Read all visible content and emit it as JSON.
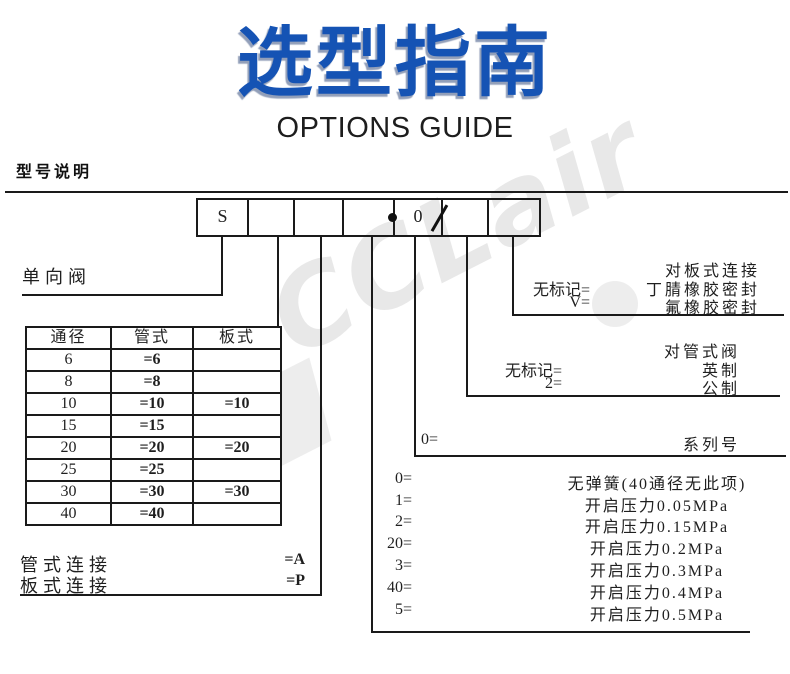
{
  "header": {
    "title_cn": "选型指南",
    "title_en": "OPTIONS GUIDE",
    "section_heading": "型号说明"
  },
  "colors": {
    "title_blue": "#1553b4",
    "line_ink": "#1a1a1a",
    "watermark_gray": "rgba(80,80,80,0.12)"
  },
  "watermark": {
    "text": "CCLair"
  },
  "model_code": {
    "cells": [
      "S",
      "",
      "",
      "",
      "0",
      "",
      ""
    ],
    "separators": {
      "dot": "●",
      "slash": "/"
    }
  },
  "callouts": {
    "check_valve": {
      "label": "单向阀"
    },
    "bore_table": {
      "headers": [
        "通径",
        "管式",
        "板式"
      ],
      "rows": [
        [
          "6",
          "=6",
          ""
        ],
        [
          "8",
          "=8",
          ""
        ],
        [
          "10",
          "=10",
          "=10"
        ],
        [
          "15",
          "=15",
          ""
        ],
        [
          "20",
          "=20",
          "=20"
        ],
        [
          "25",
          "=25",
          ""
        ],
        [
          "30",
          "=30",
          "=30"
        ],
        [
          "40",
          "=40",
          ""
        ]
      ]
    },
    "connection": {
      "rows": [
        {
          "label": "管式连接",
          "value": "=A"
        },
        {
          "label": "板式连接",
          "value": "=P"
        }
      ]
    },
    "spring": {
      "options": [
        {
          "key": "0=",
          "value": "无弹簧(40通径无此项)"
        },
        {
          "key": "1=",
          "value": "开启压力0.05MPa"
        },
        {
          "key": "2=",
          "value": "开启压力0.15MPa"
        },
        {
          "key": "20=",
          "value": "开启压力0.2MPa"
        },
        {
          "key": "3=",
          "value": "开启压力0.3MPa"
        },
        {
          "key": "40=",
          "value": "开启压力0.4MPa"
        },
        {
          "key": "5=",
          "value": "开启压力0.5MPa"
        }
      ]
    },
    "series": {
      "key": "0=",
      "label": "系列号"
    },
    "tube_valve": {
      "title": "对管式阀",
      "options": [
        {
          "key": "无标记=",
          "value": "英制"
        },
        {
          "key": "2=",
          "value": "公制"
        }
      ]
    },
    "plate_seal": {
      "title": "对板式连接",
      "options": [
        {
          "key": "无标记=",
          "value": "丁腈橡胶密封"
        },
        {
          "key": "V=",
          "value": "氟橡胶密封"
        }
      ]
    }
  }
}
